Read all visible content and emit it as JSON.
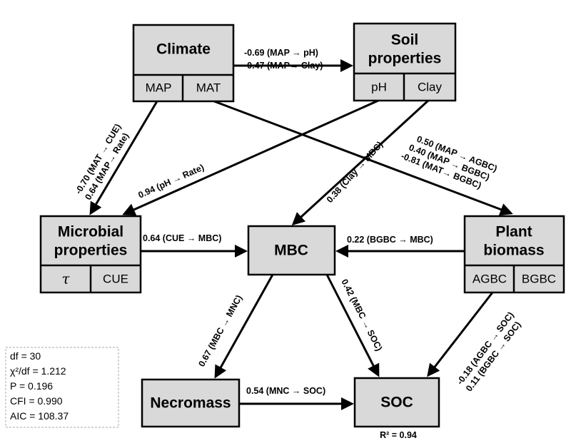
{
  "nodes": {
    "climate": {
      "title": "Climate",
      "cells": [
        "MAP",
        "MAT"
      ]
    },
    "soil": {
      "title": [
        "Soil",
        "properties"
      ],
      "cells": [
        "pH",
        "Clay"
      ]
    },
    "microbial": {
      "title": [
        "Microbial",
        "properties"
      ],
      "cells": [
        "τ",
        "CUE"
      ]
    },
    "mbc": {
      "title": "MBC"
    },
    "plant": {
      "title": [
        "Plant",
        "biomass"
      ],
      "cells": [
        "AGBC",
        "BGBC"
      ]
    },
    "necromass": {
      "title": "Necromass"
    },
    "soc": {
      "title": "SOC",
      "r2": "R² = 0.94"
    }
  },
  "paths": {
    "climate_soil": [
      "-0.69 (MAP → pH)",
      "-0.47 (MAP→ Clay)"
    ],
    "climate_microbial": [
      "-0.70 (MAT → CUE)",
      "0.64 (MAP→ Rate)"
    ],
    "ph_microbial": "0.94 (pH → Rate)",
    "clay_mbc": "0.38 (Clay → MBC)",
    "climate_plant": [
      "0.50 (MAP → AGBC)",
      "0.40 (MAP → BGBC)",
      "-0.81 (MAT→ BGBC)"
    ],
    "microbial_mbc": "0.64 (CUE → MBC)",
    "plant_mbc": "0.22 (BGBC → MBC)",
    "mbc_necromass": "0.67 (MBC → MNC)",
    "mbc_soc": "0.42 (MBC → SOC)",
    "plant_soc": [
      "-0.18 (AGBC → SOC)",
      "0.11 (BGBC → SOC)"
    ],
    "necromass_soc": "0.54 (MNC → SOC)"
  },
  "stats": [
    "df = 30",
    "χ²/df = 1.212",
    "P = 0.196",
    "CFI = 0.990",
    "AIC = 108.37"
  ]
}
